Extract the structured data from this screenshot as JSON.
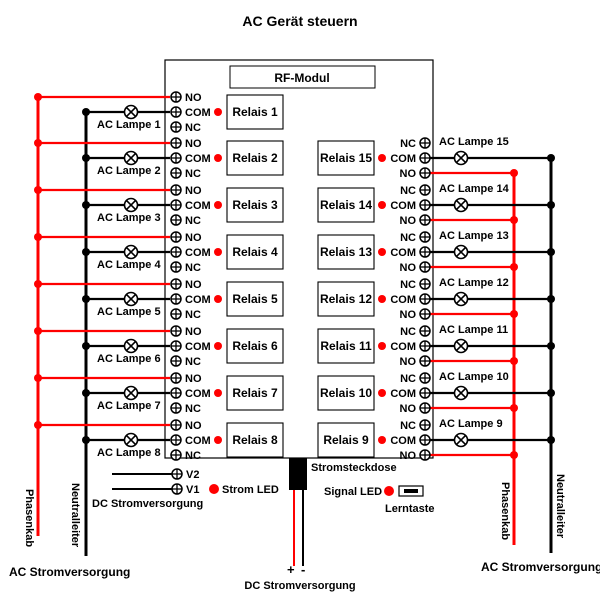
{
  "title": "AC Gerät steuern",
  "module_label": "RF-Modul",
  "left_relays": [
    {
      "relay": "Relais 1",
      "no": "NO",
      "com": "COM",
      "nc": "NC",
      "lamp": "AC Lampe 1"
    },
    {
      "relay": "Relais 2",
      "no": "NO",
      "com": "COM",
      "nc": "NC",
      "lamp": "AC Lampe 2"
    },
    {
      "relay": "Relais 3",
      "no": "NO",
      "com": "COM",
      "nc": "NC",
      "lamp": "AC Lampe 3"
    },
    {
      "relay": "Relais 4",
      "no": "NO",
      "com": "COM",
      "nc": "NC",
      "lamp": "AC Lampe 4"
    },
    {
      "relay": "Relais 5",
      "no": "NO",
      "com": "COM",
      "nc": "NC",
      "lamp": "AC Lampe 5"
    },
    {
      "relay": "Relais 6",
      "no": "NO",
      "com": "COM",
      "nc": "NC",
      "lamp": "AC Lampe 6"
    },
    {
      "relay": "Relais 7",
      "no": "NO",
      "com": "COM",
      "nc": "NC",
      "lamp": "AC Lampe 7"
    },
    {
      "relay": "Relais 8",
      "no": "NO",
      "com": "COM",
      "nc": "NC",
      "lamp": "AC Lampe 8"
    }
  ],
  "right_relays": [
    {
      "relay": "Relais 15",
      "no": "NO",
      "com": "COM",
      "nc": "NC",
      "lamp": "AC Lampe 15"
    },
    {
      "relay": "Relais 14",
      "no": "NO",
      "com": "COM",
      "nc": "NC",
      "lamp": "AC Lampe 14"
    },
    {
      "relay": "Relais 13",
      "no": "NO",
      "com": "COM",
      "nc": "NC",
      "lamp": "AC Lampe 13"
    },
    {
      "relay": "Relais 12",
      "no": "NO",
      "com": "COM",
      "nc": "NC",
      "lamp": "AC Lampe 12"
    },
    {
      "relay": "Relais 11",
      "no": "NO",
      "com": "COM",
      "nc": "NC",
      "lamp": "AC Lampe 11"
    },
    {
      "relay": "Relais 10",
      "no": "NO",
      "com": "COM",
      "nc": "NC",
      "lamp": "AC Lampe 10"
    },
    {
      "relay": "Relais 9",
      "no": "NO",
      "com": "COM",
      "nc": "NC",
      "lamp": "AC Lampe 9"
    }
  ],
  "v2_label": "V2",
  "v1_label": "V1",
  "strom_led_label": "Strom LED",
  "stromsteckdose_label": "Stromsteckdose",
  "signal_led_label": "Signal LED",
  "lerntaste_label": "Lerntaste",
  "dc_supply_left_label": "DC Stromversorgung",
  "dc_supply_bottom_label": "DC Stromversorgung",
  "plus_label": "+",
  "minus_label": "-",
  "phase_left_label": "Phasenkab",
  "neutral_left_label": "Neutralleiter",
  "phase_right_label": "Phasenkab",
  "neutral_right_label": "Neutralleiter",
  "ac_supply_left_label": "AC Stromversorgung",
  "ac_supply_right_label": "AC Stromversorgung",
  "colors": {
    "phase": "#ff0000",
    "neutral": "#000000",
    "led": "#ff0000",
    "board_border": "#000000"
  },
  "icons": {
    "terminal": "terminal-screw-icon",
    "lamp": "lamp-cross-icon",
    "led": "led-dot-icon"
  }
}
